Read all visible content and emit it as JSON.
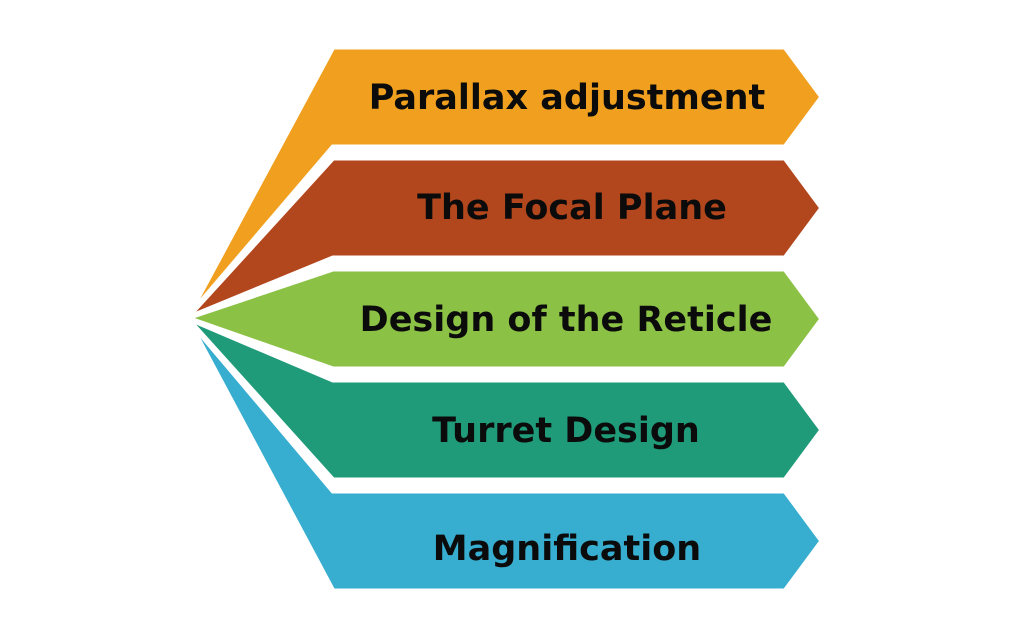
{
  "items": [
    {
      "label": "Parallax adjustment",
      "color": "#F0A01E"
    },
    {
      "label": "The Focal Plane",
      "color": "#B2461C"
    },
    {
      "label": "Design of the Reticle",
      "color": "#8BC145"
    },
    {
      "label": "Turret Design",
      "color": "#1F9B79"
    },
    {
      "label": "Magnification",
      "color": "#37AED0"
    }
  ]
}
